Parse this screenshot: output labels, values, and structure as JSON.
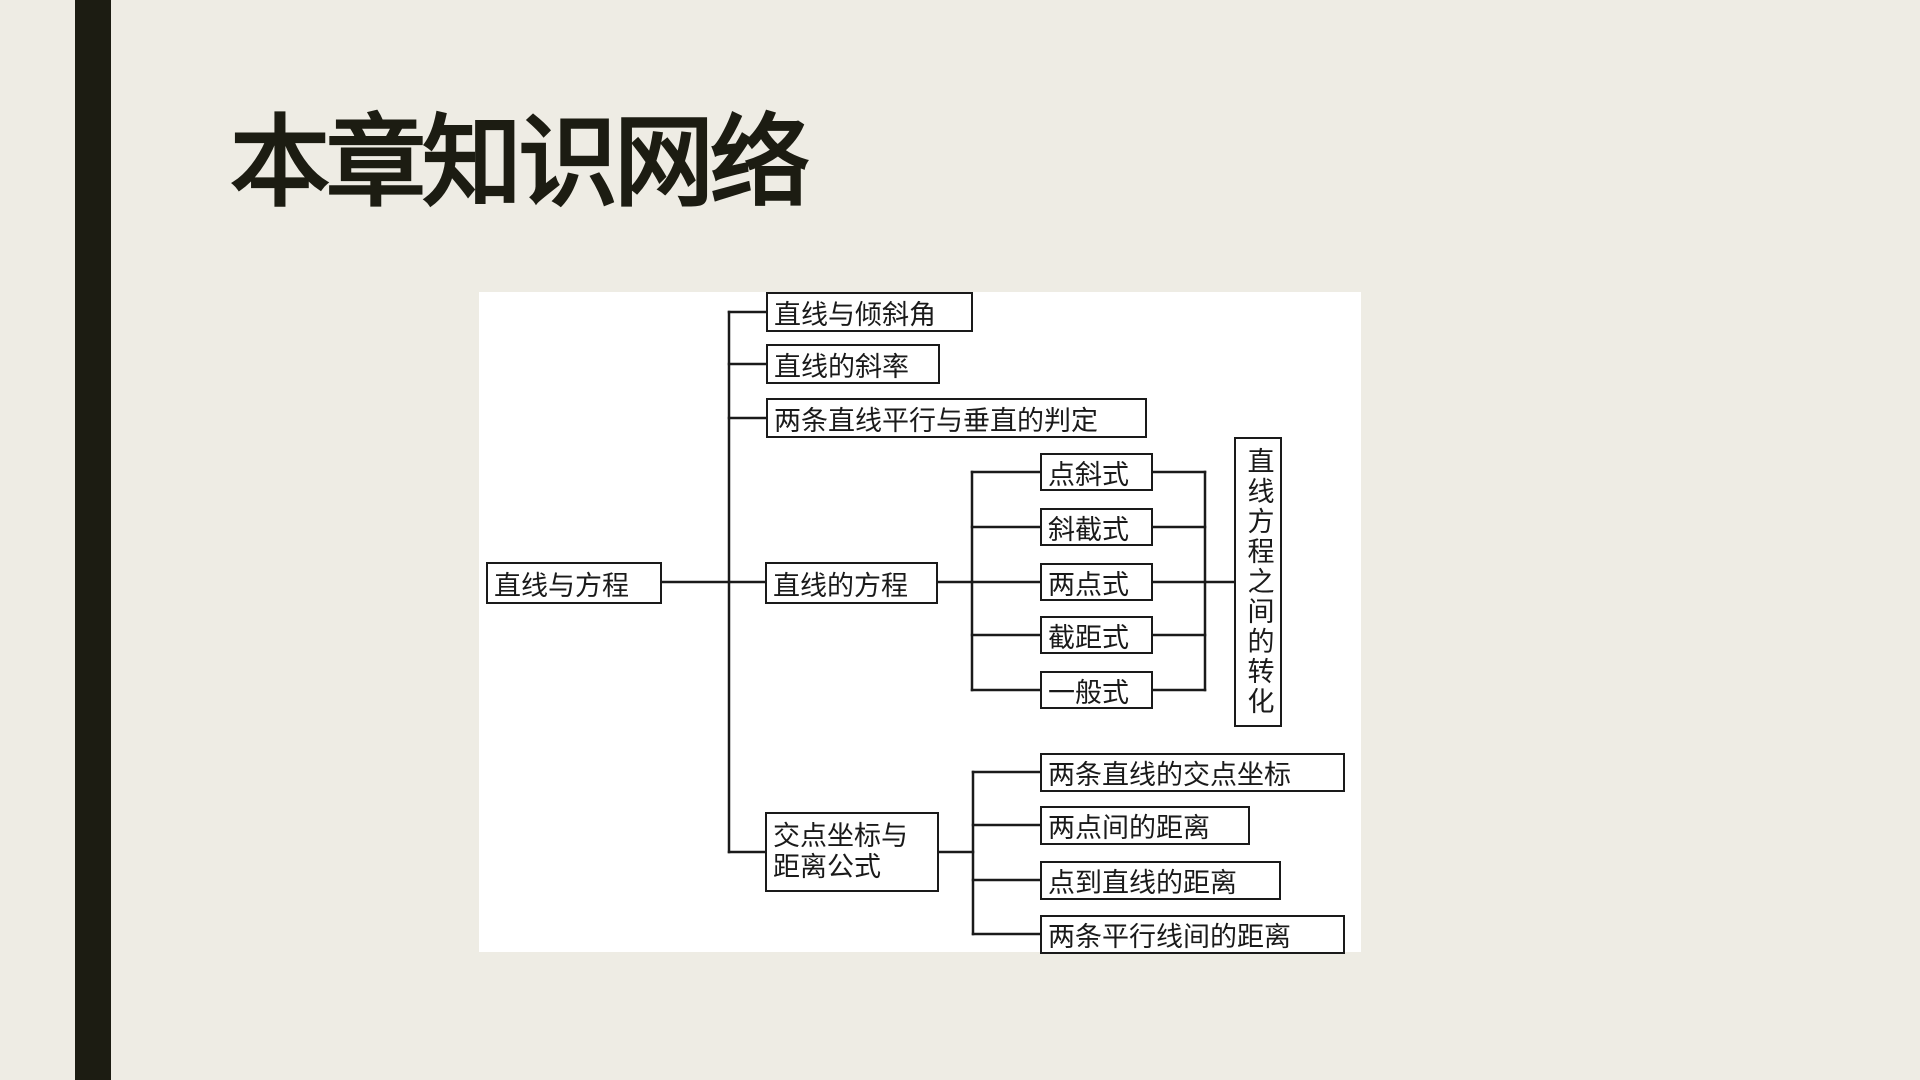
{
  "slide": {
    "title": "本章知识网络"
  },
  "diagram": {
    "root": "直线与方程",
    "topics": {
      "inclination": "直线与倾斜角",
      "slope": "直线的斜率",
      "parallel_perpendicular": "两条直线平行与垂直的判定",
      "line_equation": "直线的方程",
      "intersection_distance": "交点坐标与距离公式"
    },
    "equation_forms": [
      "点斜式",
      "斜截式",
      "两点式",
      "截距式",
      "一般式"
    ],
    "conversion": "直线方程之间的转化",
    "distance_items": [
      "两条直线的交点坐标",
      "两点间的距离",
      "点到直线的距离",
      "两条平行线间的距离"
    ]
  }
}
